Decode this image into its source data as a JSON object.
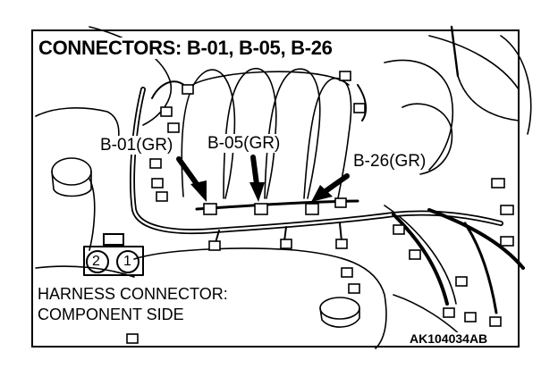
{
  "title": "CONNECTORS: B-01, B-05, B-26",
  "callouts": [
    {
      "label": "B-01(GR)"
    },
    {
      "label": "B-05(GR)"
    },
    {
      "label": "B-26(GR)"
    }
  ],
  "harness_connector": {
    "line1": "HARNESS CONNECTOR:",
    "line2": "COMPONENT SIDE",
    "pins": [
      "2",
      "1"
    ]
  },
  "reference": "AK104034AB"
}
